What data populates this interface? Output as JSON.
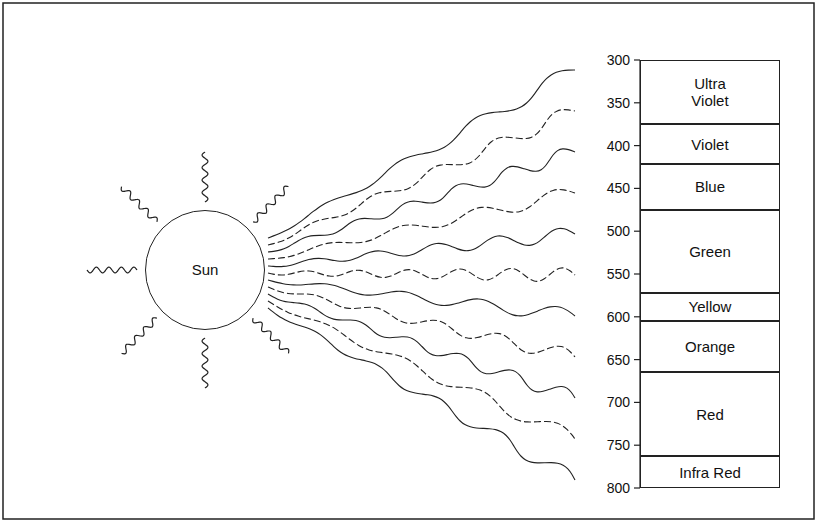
{
  "diagram": {
    "nodes": [
      {
        "text": [
          "Sun"
        ]
      },
      {
        "text": [
          "Ultra Violet"
        ]
      },
      {
        "text": [
          "Violet"
        ]
      },
      {
        "text": [
          "Blue"
        ]
      },
      {
        "text": [
          "Green"
        ]
      },
      {
        "text": [
          "Yellow"
        ]
      },
      {
        "text": [
          "Orange"
        ]
      },
      {
        "text": [
          "Red"
        ]
      },
      {
        "text": [
          "Infra Red"
        ]
      }
    ],
    "labels": [
      "300",
      "350",
      "400",
      "450",
      "500",
      "550",
      "600",
      "650",
      "700",
      "750",
      "800"
    ]
  }
}
